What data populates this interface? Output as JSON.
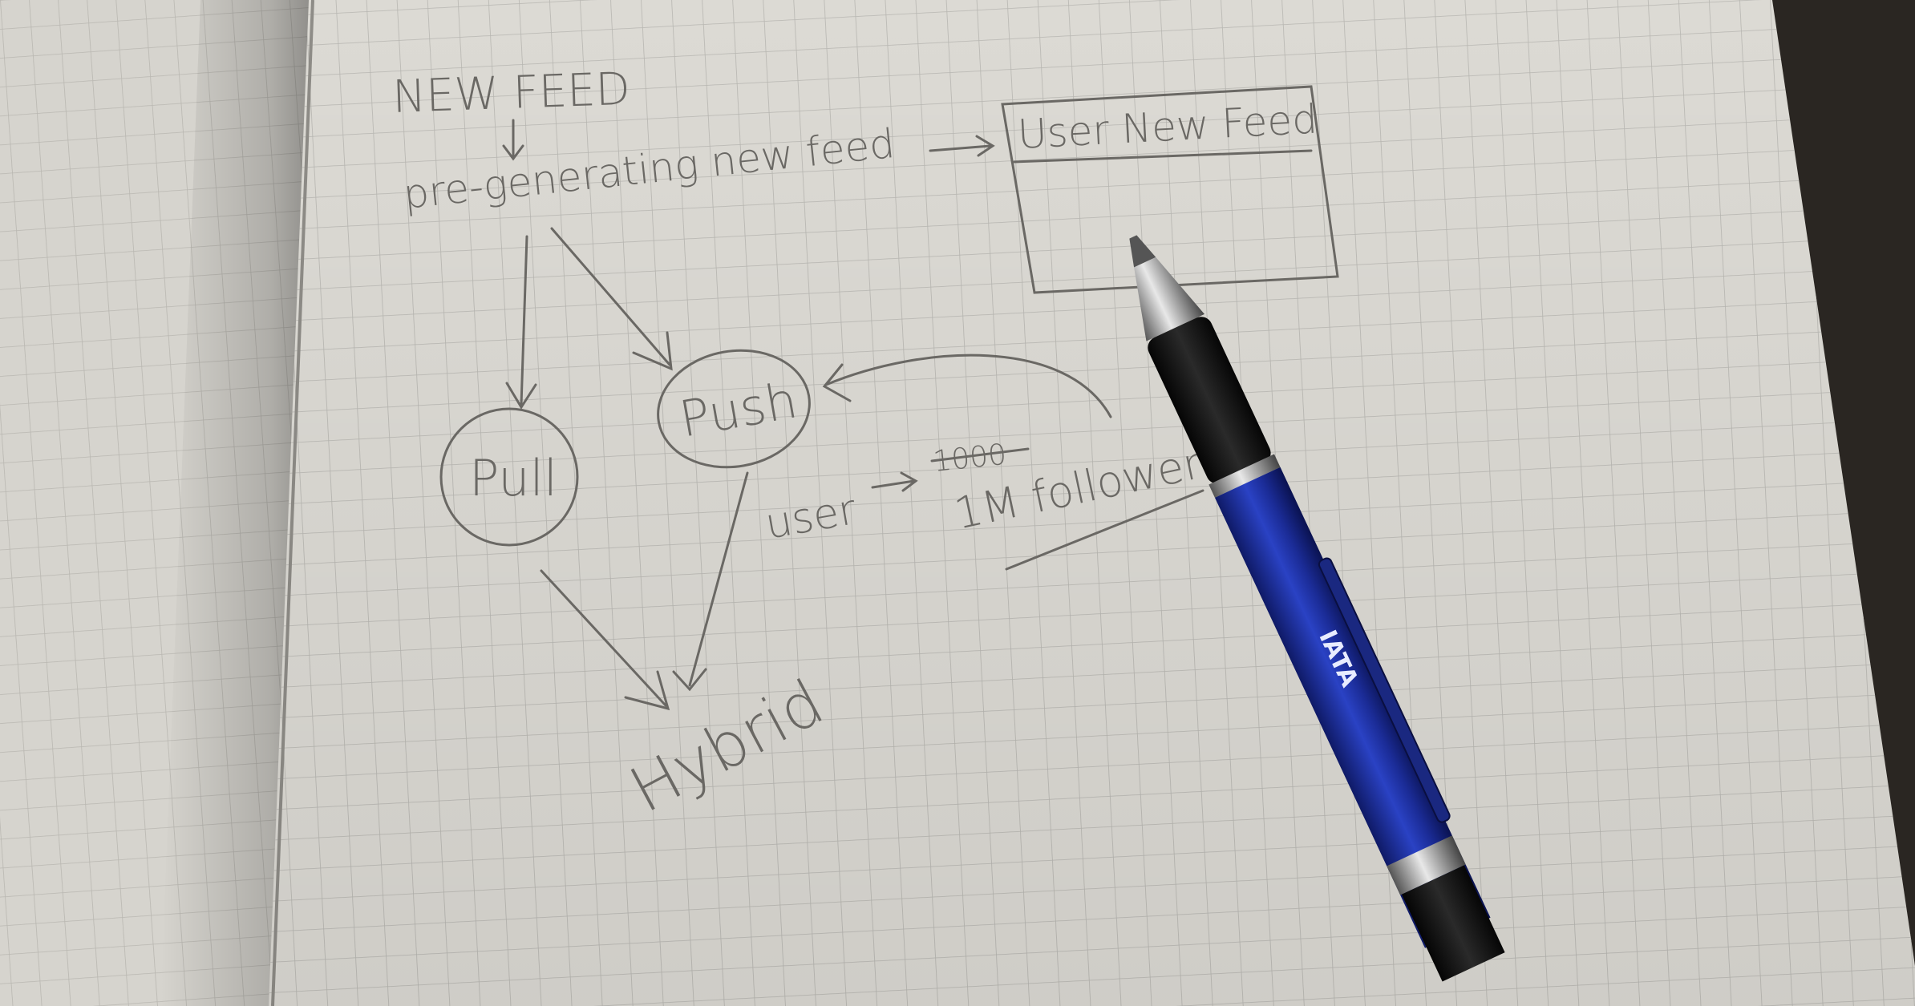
{
  "notes": {
    "title": "NEW FEED",
    "approach": "pre-generating new feed",
    "box_label": "User New Feed",
    "pull": "Pull",
    "push": "Push",
    "user": "user",
    "struck_word": "1000",
    "followers": "1M followers",
    "hybrid": "Hybrid"
  },
  "pen": {
    "brand": "IATA",
    "barrel_color": "#1e2f9a",
    "grip_color": "#151515"
  },
  "colors": {
    "paper": "#dcdad4",
    "grid": "#b9b8b3",
    "ink": "#6a6864"
  }
}
